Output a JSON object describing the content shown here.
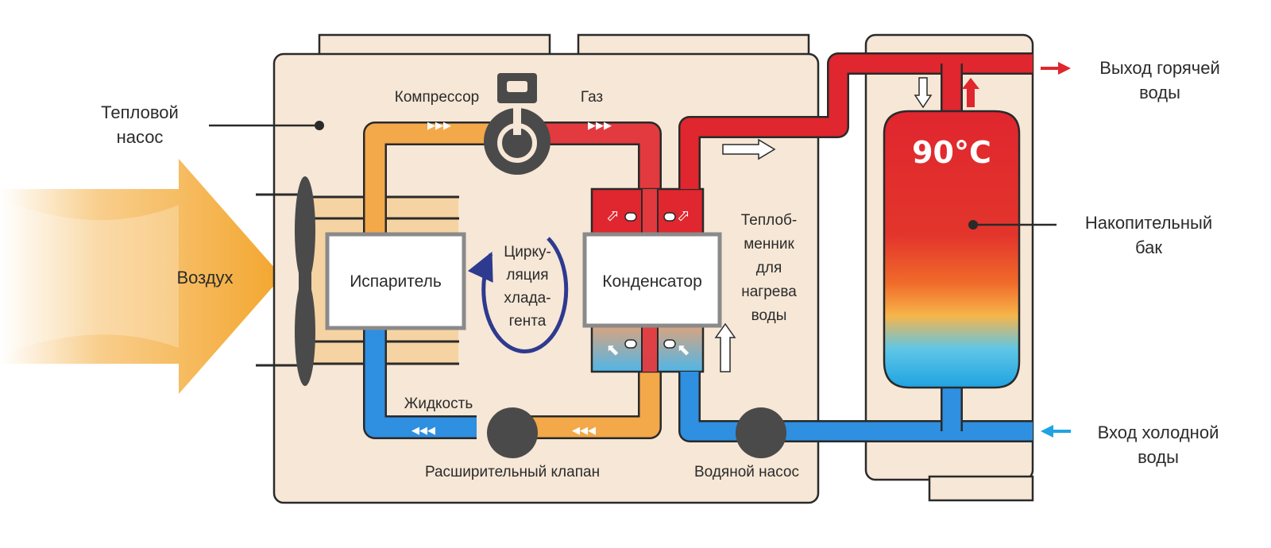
{
  "labels": {
    "heat_pump": [
      "Тепловой",
      "насос"
    ],
    "air": "Воздух",
    "compressor": "Компрессор",
    "gas": "Газ",
    "evaporator": "Испаритель",
    "circulation": [
      "Цирку-",
      "ляция",
      "хлада-",
      "гента"
    ],
    "condenser": "Конденсатор",
    "heat_exchanger": [
      "Теплоб-",
      "менник",
      "для",
      "нагрева",
      "воды"
    ],
    "liquid": "Жидкость",
    "expansion_valve": "Расширительный клапан",
    "water_pump": "Водяной насос",
    "hot_water_out": [
      "Выход горячей",
      "воды"
    ],
    "storage_tank": [
      "Накопительный",
      "бак"
    ],
    "cold_water_in": [
      "Вход холодной",
      "воды"
    ],
    "temperature": "90°C"
  },
  "colors": {
    "casing": "#f6e7d6",
    "casing_stroke": "#2a2a2a",
    "hot_gas": "#e23a3f",
    "warm_refrigerant": "#f3a84a",
    "cold_liquid": "#2f8fe0",
    "hot_water": "#e0262e",
    "circulation_arrow": "#2e3a8f",
    "component_gray": "#4a4a4a",
    "air_flow": "#f3a62e"
  },
  "icons": {
    "compressor": "compressor-icon",
    "fan": "fan-icon",
    "expansion_valve": "valve-icon",
    "water_pump": "pump-icon",
    "circulation": "circular-arrow-icon"
  }
}
